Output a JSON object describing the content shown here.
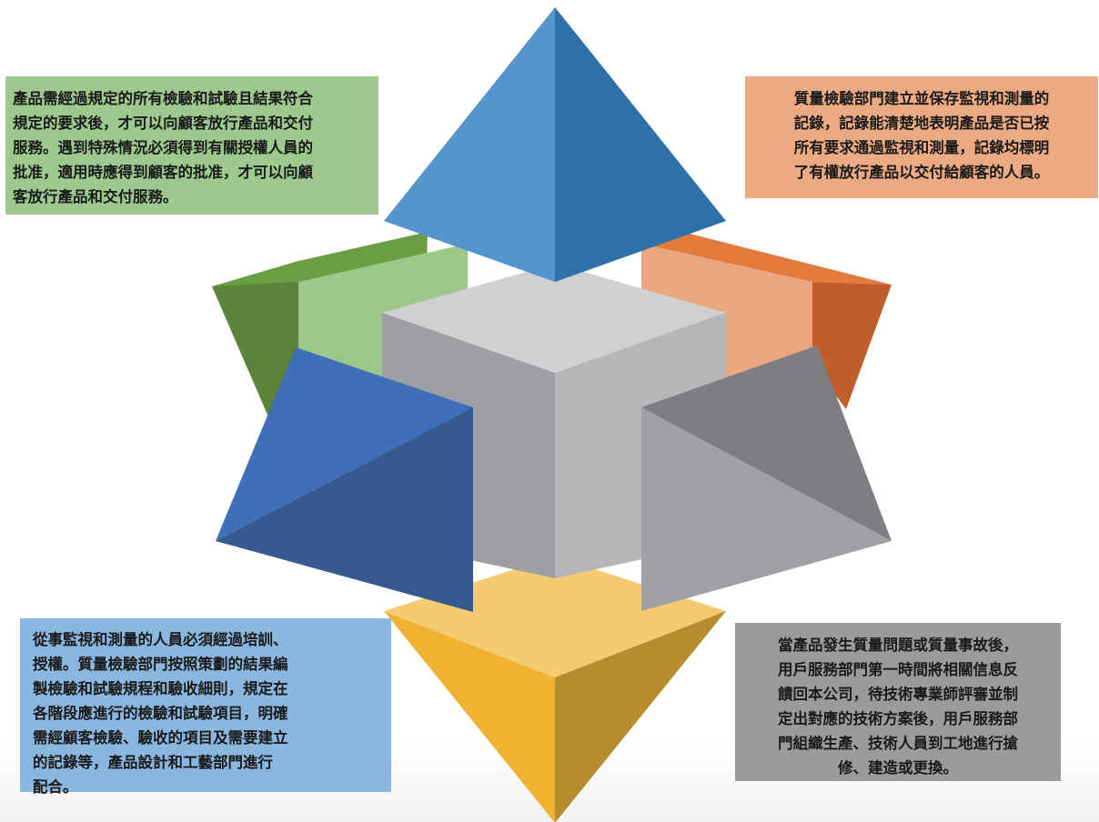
{
  "colors": {
    "green_box": "#9dc88e",
    "orange_box": "#ebaa82",
    "blue_box": "#8ab7df",
    "gray_box": "#9b9b9b",
    "pyramid_top": "#4a8ed0",
    "pyramid_bottom": "#f2b42e",
    "cube": "#b7b8ba",
    "green_wing": "#5c8a3c",
    "orange_wing": "#c0602c",
    "blue_wing": "#375b96",
    "gray_wing": "#7f8184"
  },
  "notes": {
    "green": "產品需經過規定的所有檢驗和試驗且結果符合\n規定的要求後，才可以向顧客放行產品和交付\n服務。遇到特殊情況必須得到有關授權人員的\n批准，適用時應得到顧客的批准，才可以向顧\n客放行產品和交付服務。",
    "orange": "質量檢驗部門建立並保存監視和測量的\n記錄，記錄能清楚地表明產品是否已按\n所有要求通過監視和測量，記錄均標明\n了有權放行產品以交付給顧客的人員。",
    "blue": "從事監視和測量的人員必須經過培訓、\n授權。質量檢驗部門按照策劃的結果編\n製檢驗和試驗規程和驗收細則，規定在\n各階段應進行的檢驗和試驗項目，明確\n需經顧客檢驗、驗收的項目及需要建立\n的記錄等，產品設計和工藝部門進行\n配合。",
    "gray": "當產品發生質量問題或質量事故後，\n用戶服務部門第一時間將相關信息反\n饋回本公司，待技術專業師評審並制\n定出對應的技術方案後，用戶服務部\n門組織生產、技術人員到工地進行搶\n修、建造或更換。"
  }
}
